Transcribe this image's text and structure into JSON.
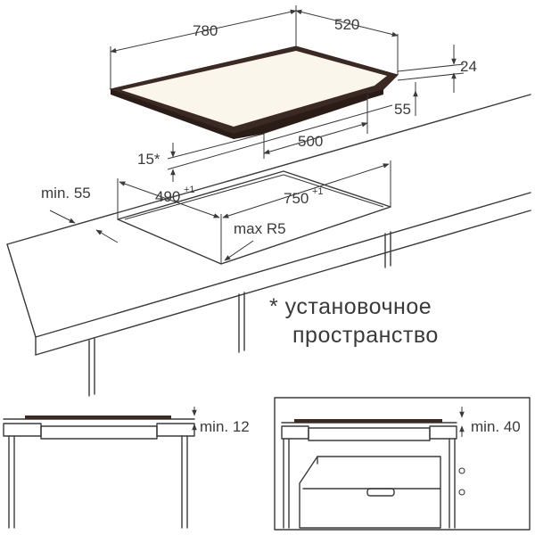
{
  "dimensions": {
    "width": "780",
    "depth": "520",
    "thickness": "24",
    "below_depth": "55",
    "cutout_inner": "500",
    "space_below": "15*",
    "min_edge": "min. 55",
    "cutout_depth": "490",
    "cutout_depth_tol": "+1",
    "cutout_width": "750",
    "cutout_width_tol": "+1",
    "corner_radius": "max R5"
  },
  "note": {
    "line1": "* установочное",
    "line2": "пространство"
  },
  "details": {
    "left_clearance": "min. 12",
    "right_clearance": "min. 40"
  },
  "colors": {
    "line": "#3a3a3a",
    "hob_frame": "#3b2a24",
    "hob_glass": "#fbf6ec",
    "hob_dark": "#2a1d18"
  }
}
